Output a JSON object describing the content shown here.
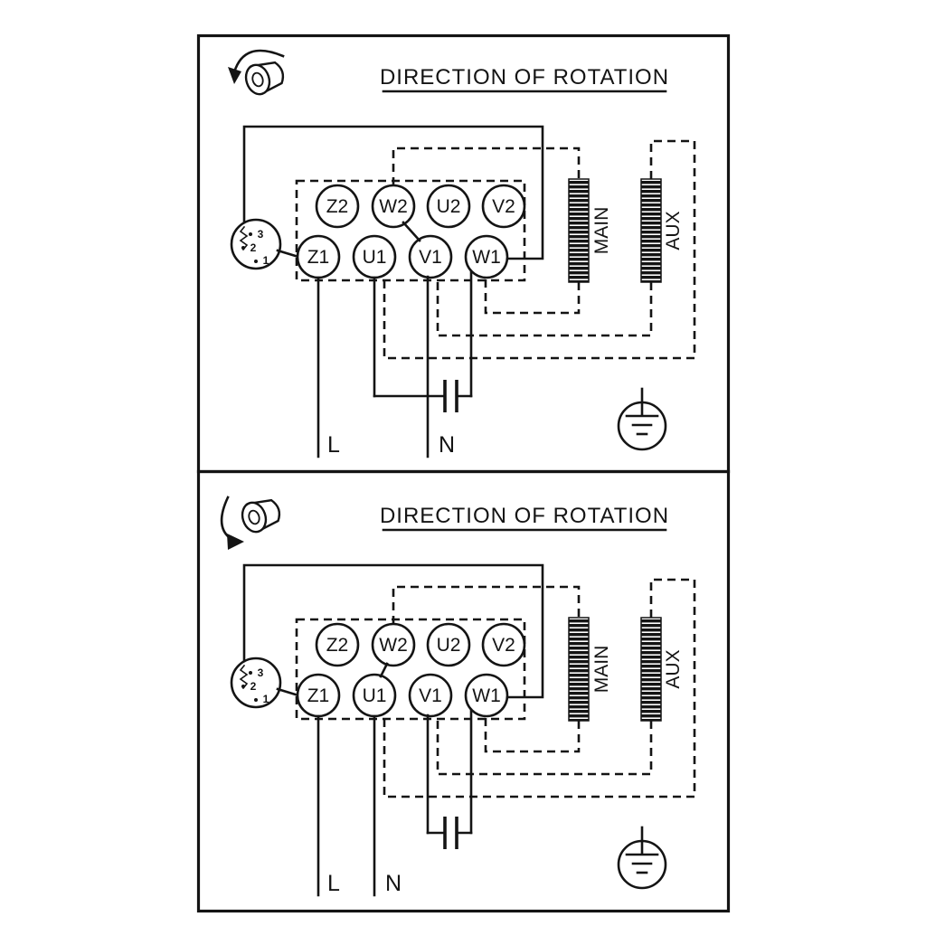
{
  "colors": {
    "ink": "#141414",
    "background": "#ffffff"
  },
  "panels": [
    {
      "title": "DIRECTION OF ROTATION",
      "terminals_top": [
        "Z2",
        "W2",
        "U2",
        "V2"
      ],
      "terminals_bottom": [
        "Z1",
        "U1",
        "V1",
        "W1"
      ],
      "main_label": "MAIN",
      "aux_label": "AUX",
      "line_label": "L",
      "neutral_label": "N",
      "selector": [
        "3",
        "2",
        "1"
      ]
    },
    {
      "title": "DIRECTION OF ROTATION",
      "terminals_top": [
        "Z2",
        "W2",
        "U2",
        "V2"
      ],
      "terminals_bottom": [
        "Z1",
        "U1",
        "V1",
        "W1"
      ],
      "main_label": "MAIN",
      "aux_label": "AUX",
      "line_label": "L",
      "neutral_label": "N",
      "selector": [
        "3",
        "2",
        "1"
      ]
    }
  ]
}
